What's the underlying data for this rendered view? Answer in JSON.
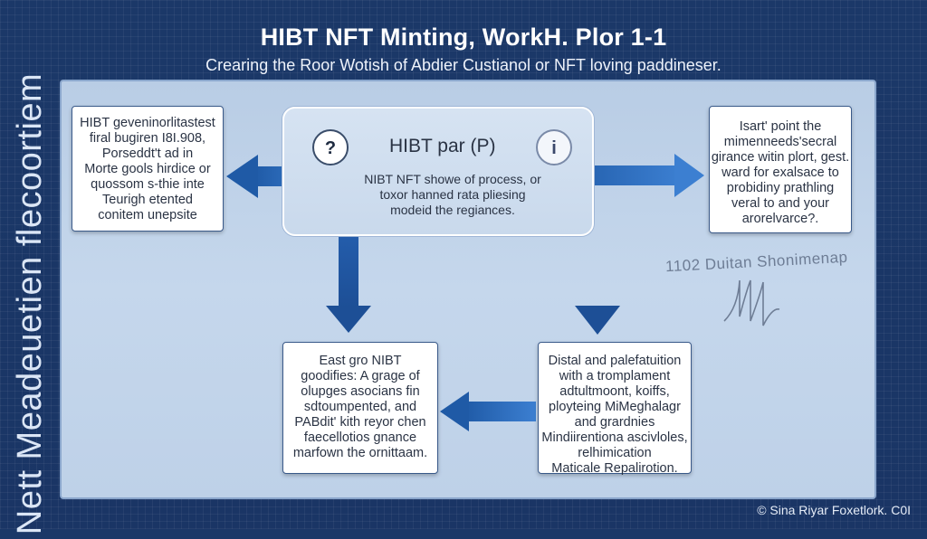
{
  "title": "HIBT NFT Minting, WorkH. Plor 1-1",
  "subtitle": "Crearing the Roor Wotish of Abdier Custianol  or NFT  loving paddineser.",
  "side_text": "Nett Meadeuetien flecoortiem",
  "center": {
    "title": "HIBT par (P)",
    "body": [
      "NIBT NFT showe of process, or",
      "toxor hanned rata pliesing",
      "modeid the regiances."
    ],
    "q_icon": "?",
    "i_icon": "i"
  },
  "cards": {
    "top_left": [
      "HIBT geveninorlitastest",
      "firal bugiren I8I.908,",
      "Porseddt't ad in",
      "Morte gools hirdice or",
      "quossom s-thie inte",
      "Teurigh etented",
      "conitem unepsite"
    ],
    "top_right": [
      "Isart' point the",
      "mimenneeds'secral",
      "girance witin plort, gest.",
      "ward for exalsace to",
      "probidiny prathling",
      "veral to and your",
      "arorelvarce?."
    ],
    "bottom_left": [
      "East gro NIBT",
      "goodifies: A grage of",
      "olupges asocians fin",
      "sdtoumpented, and",
      "PABdit' kith reyor chen",
      "faecellotios gnance",
      "marfown the ornittaam."
    ],
    "bottom_right": [
      "Distal and palefatuition",
      "with a tromplament",
      "adtultmoont, koiffs,",
      "ployteing MiMeghalagr",
      "and grardnies",
      "Mindiirentiona ascivloles,",
      "relhimication",
      "Maticale Repalirotion."
    ]
  },
  "signature": "1102 Duitan Shonimenap",
  "footer": "© Sina Riyar Foxetlork. C0I"
}
